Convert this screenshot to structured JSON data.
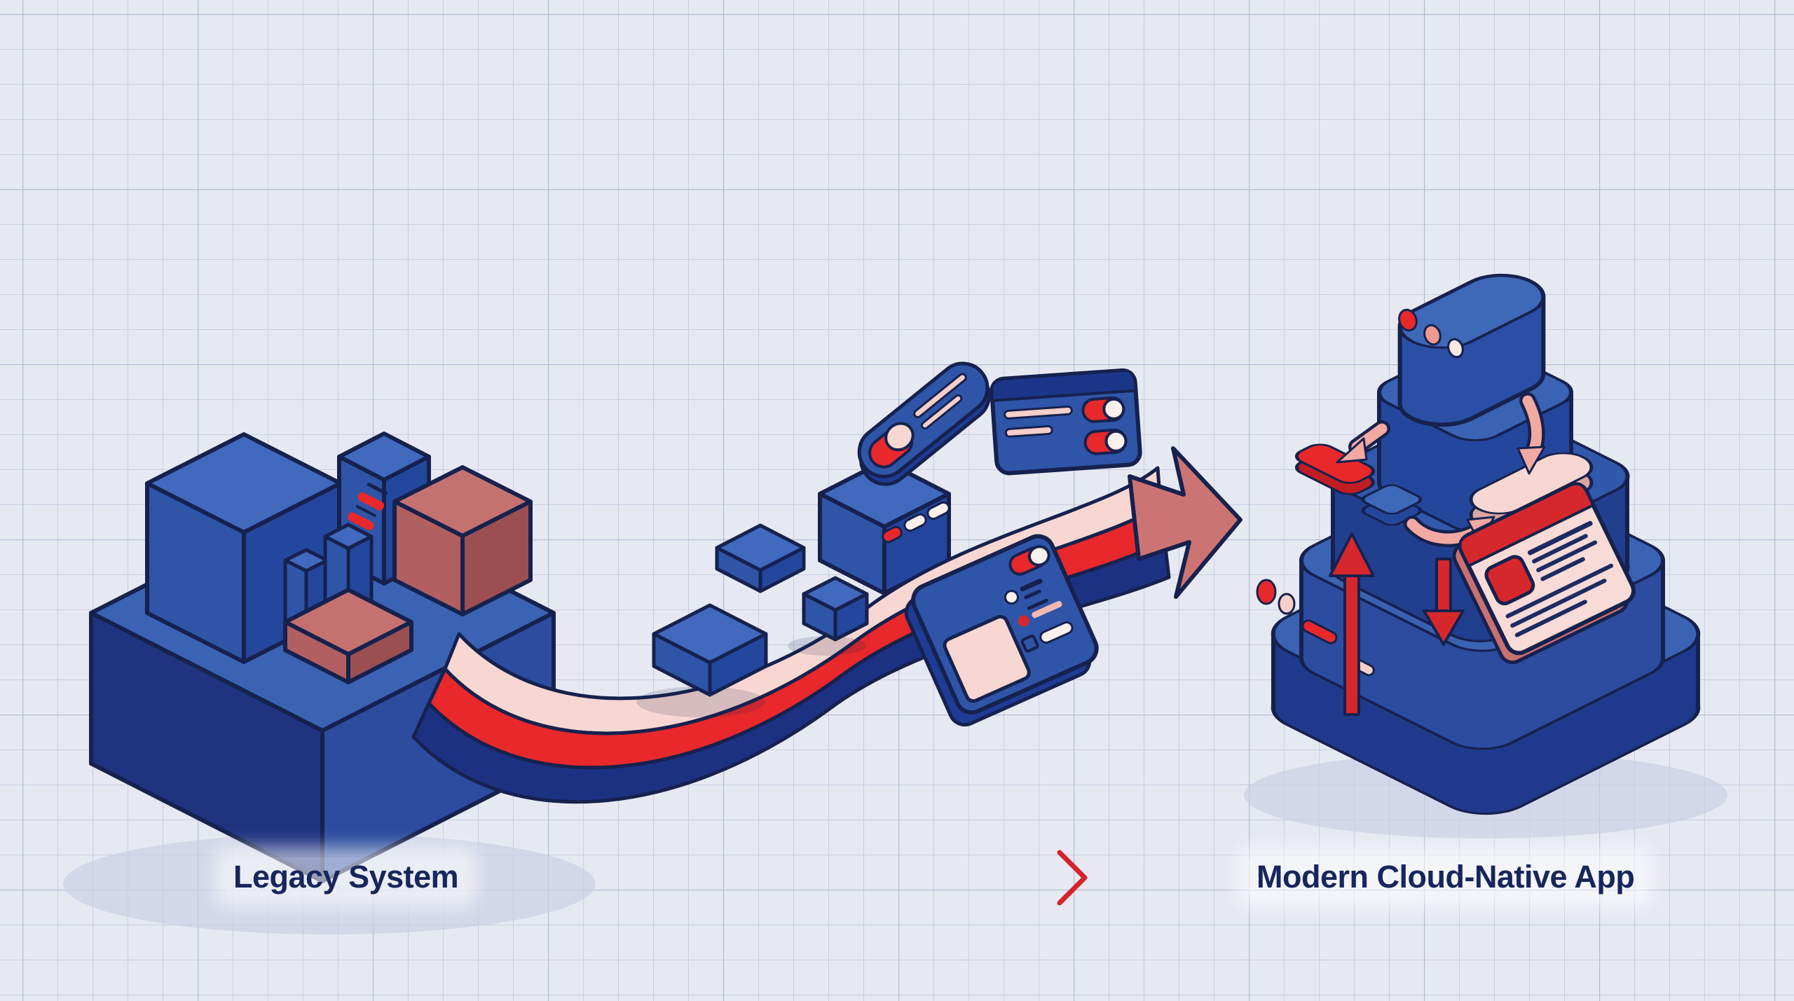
{
  "illustration": {
    "scene": "legacy-system-to-cloud-native-migration",
    "labels": {
      "left": "Legacy System",
      "right": "Modern Cloud-Native App"
    },
    "flow_arrow": {
      "from": "Legacy System",
      "to": "Modern Cloud-Native App",
      "direction": "left-to-right",
      "gradient": [
        "#2F4C9B",
        "#6B3F85",
        "#D6232B"
      ]
    },
    "components": {
      "legacy_platform": {
        "shape": "isometric-cube-platform",
        "blocks_on_top": [
          "large-blue-cube",
          "server-tower-with-red-slots",
          "pillar",
          "pillar",
          "dusty-red-cube",
          "dusty-red-slab"
        ]
      },
      "migration_ribbon": {
        "bands_top_to_bottom": [
          "pale-pink",
          "red",
          "navy"
        ],
        "arrowhead": "salmon-swept-arrow"
      },
      "floating_items": [
        "toggle-pill-bar",
        "settings-card-with-two-toggles",
        "pill-box-with-status-pills",
        "cube",
        "cube",
        "cube",
        "device-card-with-screen"
      ],
      "cloud_stack": {
        "layers": 4,
        "topper": "pill-with-three-status-dots",
        "mid_deck": [
          "red-button",
          "mini-cube",
          "pink-pill",
          "pink-arrow-down",
          "pink-arrow-to-button",
          "pink-curved-arrow"
        ],
        "front": [
          "red-led-dot",
          "pink-led-dot",
          "red-led-dash",
          "pink-led-dash",
          "red-up-arrow",
          "red-down-arrow",
          "browser-card-with-red-header"
        ]
      }
    },
    "palette": {
      "background": "#E7E9F2",
      "grid_line": "#C9CDE0",
      "grid_line_major": "#B5BBD4",
      "blue_top_light": "#4169BE",
      "blue_top": "#3A63B4",
      "blue_mid": "#2E55A8",
      "blue_side": "#24479E",
      "blue_dark": "#1E3C95",
      "blue_deep": "#1F337F",
      "navy_outline": "#16214E",
      "ribbon_navy": "#1D3182",
      "red": "#E8282B",
      "red_dark": "#C11E24",
      "dusty_red": "#C57170",
      "pale_pink": "#F8D7D2",
      "pink_line": "#F6CFC9",
      "pink_arrow": "#F2A9A2",
      "salmon": "#CC7473",
      "label_navy": "#17265C"
    }
  }
}
